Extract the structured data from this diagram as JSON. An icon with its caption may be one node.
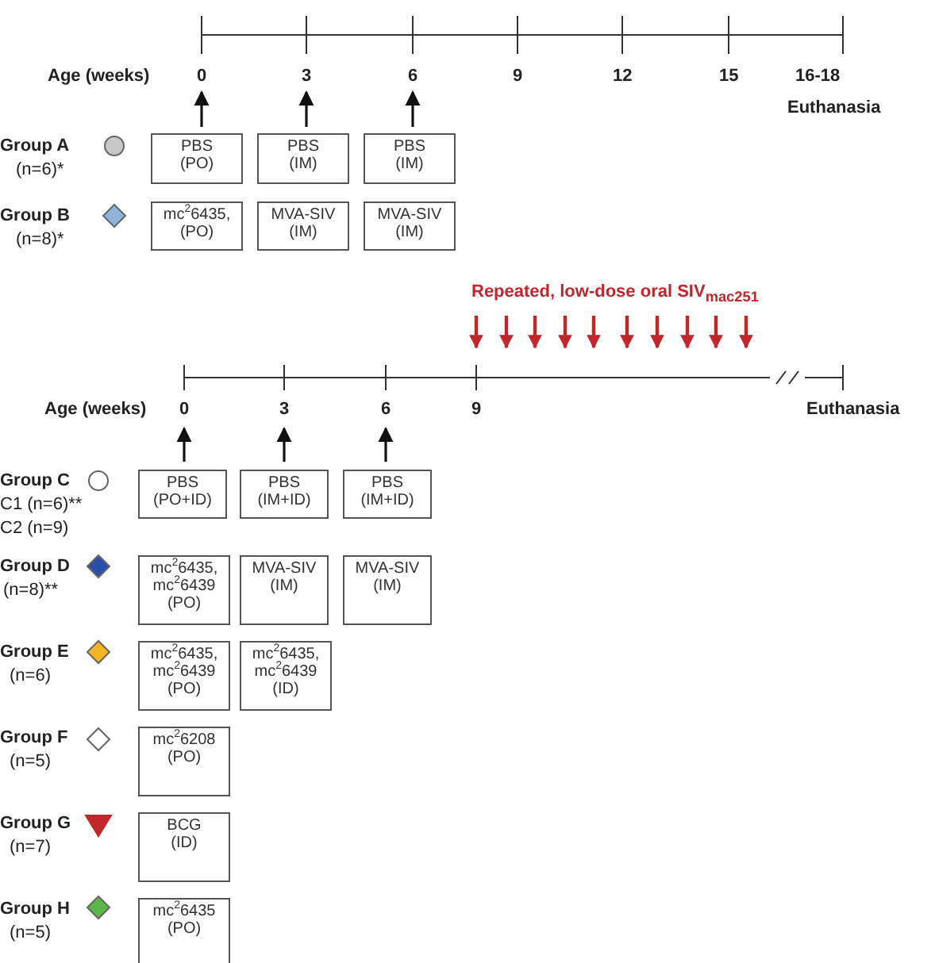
{
  "diagram": {
    "nodes": [
      {
        "text": [
          "PBS (PO)"
        ]
      },
      {
        "text": [
          "PBS (IM)"
        ]
      },
      {
        "text": [
          "PBS (IM)"
        ]
      },
      {
        "text": [
          "mc$^{2}$6435, (PO)"
        ]
      },
      {
        "text": [
          "MVA-SIV (IM)"
        ]
      },
      {
        "text": [
          "MVA-SIV (IM)"
        ]
      },
      {
        "text": [
          "PBS (PO+ID)"
        ]
      },
      {
        "text": [
          "PBS (IM+ID)"
        ]
      },
      {
        "text": [
          "PBS (IM+ID)"
        ]
      },
      {
        "text": [
          "mc$^{2}$6435, mc$^{2}$6439 (PO)"
        ]
      },
      {
        "text": [
          "MVA-SIV (IM)"
        ]
      },
      {
        "text": [
          "MVA-SIV (IM)"
        ]
      },
      {
        "text": [
          "mc$^{2}$6435, mc$^{2}$6439 (PO)"
        ]
      },
      {
        "text": [
          "mc$^{2}$6435, mc$^{2}$6439 (ID)"
        ]
      },
      {
        "text": [
          "mc$^{2}$6208 (PO)"
        ]
      },
      {
        "text": [
          "BCG (ID)"
        ]
      },
      {
        "text": [
          "mc$^{2}$6435 (PO)"
        ]
      }
    ],
    "labels": [
      "Age (weeks)",
      "0",
      "3",
      "6",
      "9",
      "12",
      "15",
      "16-18",
      "Euthanasia",
      "Group A",
      "(n=6)*",
      "Group B",
      "(n=8)*",
      "Repeated, low-dose oral SIV$_{mac251}$",
      "Age (weeks)",
      "0",
      "3",
      "6",
      "9",
      "Euthanasia",
      "Group C",
      "C1 (n=6)**",
      "C2 (n=9)",
      "Group D",
      "(n=8)**",
      "Group E",
      "(n=6)",
      "Group F",
      "(n=5)",
      "Group G",
      "(n=7)",
      "Group H",
      "(n=5)"
    ]
  }
}
